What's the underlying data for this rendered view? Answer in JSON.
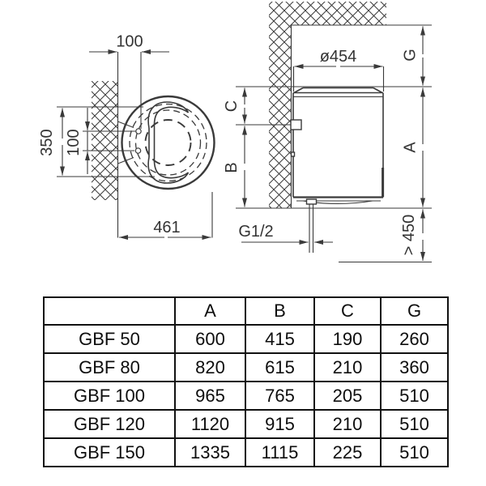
{
  "colors": {
    "line": "#3a3a3a",
    "table_border": "#111111",
    "background": "#ffffff"
  },
  "top_view": {
    "dim_wall_to_holes": "100",
    "dim_mount_height": "350",
    "dim_hole_spacing": "100",
    "dim_depth": "461"
  },
  "side_view": {
    "dim_diameter": "ø454",
    "label_g": "G",
    "label_a": "A",
    "label_c": "C",
    "label_b": "B",
    "min_clearance": "> 450",
    "pipe_thread": "G1/2"
  },
  "table": {
    "columns": [
      "",
      "A",
      "B",
      "C",
      "G"
    ],
    "rows": [
      {
        "model": "GBF 50",
        "A": "600",
        "B": "415",
        "C": "190",
        "G": "260"
      },
      {
        "model": "GBF 80",
        "A": "820",
        "B": "615",
        "C": "210",
        "G": "360"
      },
      {
        "model": "GBF 100",
        "A": "965",
        "B": "765",
        "C": "205",
        "G": "510"
      },
      {
        "model": "GBF 120",
        "A": "1120",
        "B": "915",
        "C": "210",
        "G": "510"
      },
      {
        "model": "GBF 150",
        "A": "1335",
        "B": "1115",
        "C": "225",
        "G": "510"
      }
    ]
  }
}
